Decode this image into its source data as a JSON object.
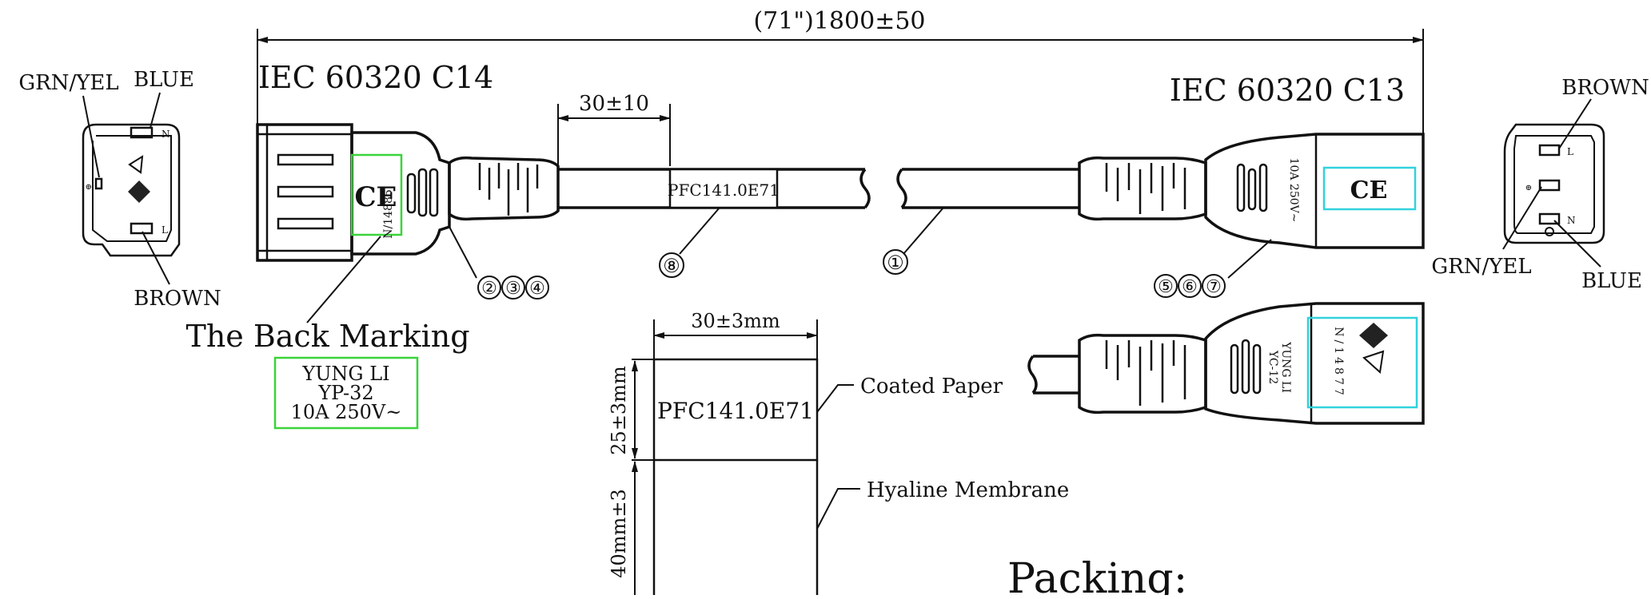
{
  "dimensions": {
    "overall_length": "(71\")1800±50",
    "strip_length": "30±10",
    "label_width": "30±3mm",
    "label_height": "25±3mm",
    "membrane_height": "40mm±3"
  },
  "left_plug": {
    "title": "IEC 60320 C14",
    "wires": {
      "ground": "GRN/YEL",
      "neutral": "BLUE",
      "live": "BROWN"
    },
    "pin_marks": {
      "n": "N",
      "l": "L"
    },
    "mold_marks": {
      "ce": "CE",
      "cert": "N/14885"
    },
    "parts": [
      "②",
      "③",
      "④"
    ],
    "back_marking_caption": "The Back Marking",
    "back_marking_lines": [
      "YUNG LI",
      "YP-32",
      "10A 250V~"
    ]
  },
  "right_plug": {
    "title": "IEC 60320 C13",
    "wires": {
      "live": "BROWN",
      "ground": "GRN/YEL",
      "neutral": "BLUE"
    },
    "pin_marks": {
      "l": "L",
      "n": "N"
    },
    "mold_marks": {
      "rating": "10A 250V~",
      "ce": "CE",
      "cert": "N/14877",
      "brand": "YUNG LI",
      "model": "YC-12"
    },
    "parts": [
      "⑤",
      "⑥",
      "⑦"
    ]
  },
  "cable": {
    "part": "①",
    "sleeve_text": "PFC141.0E71",
    "sleeve_part": "⑧"
  },
  "label_detail": {
    "text": "PFC141.0E71",
    "coated": "Coated Paper",
    "membrane": "Hyaline Membrane"
  },
  "packing_title": "Packing:"
}
